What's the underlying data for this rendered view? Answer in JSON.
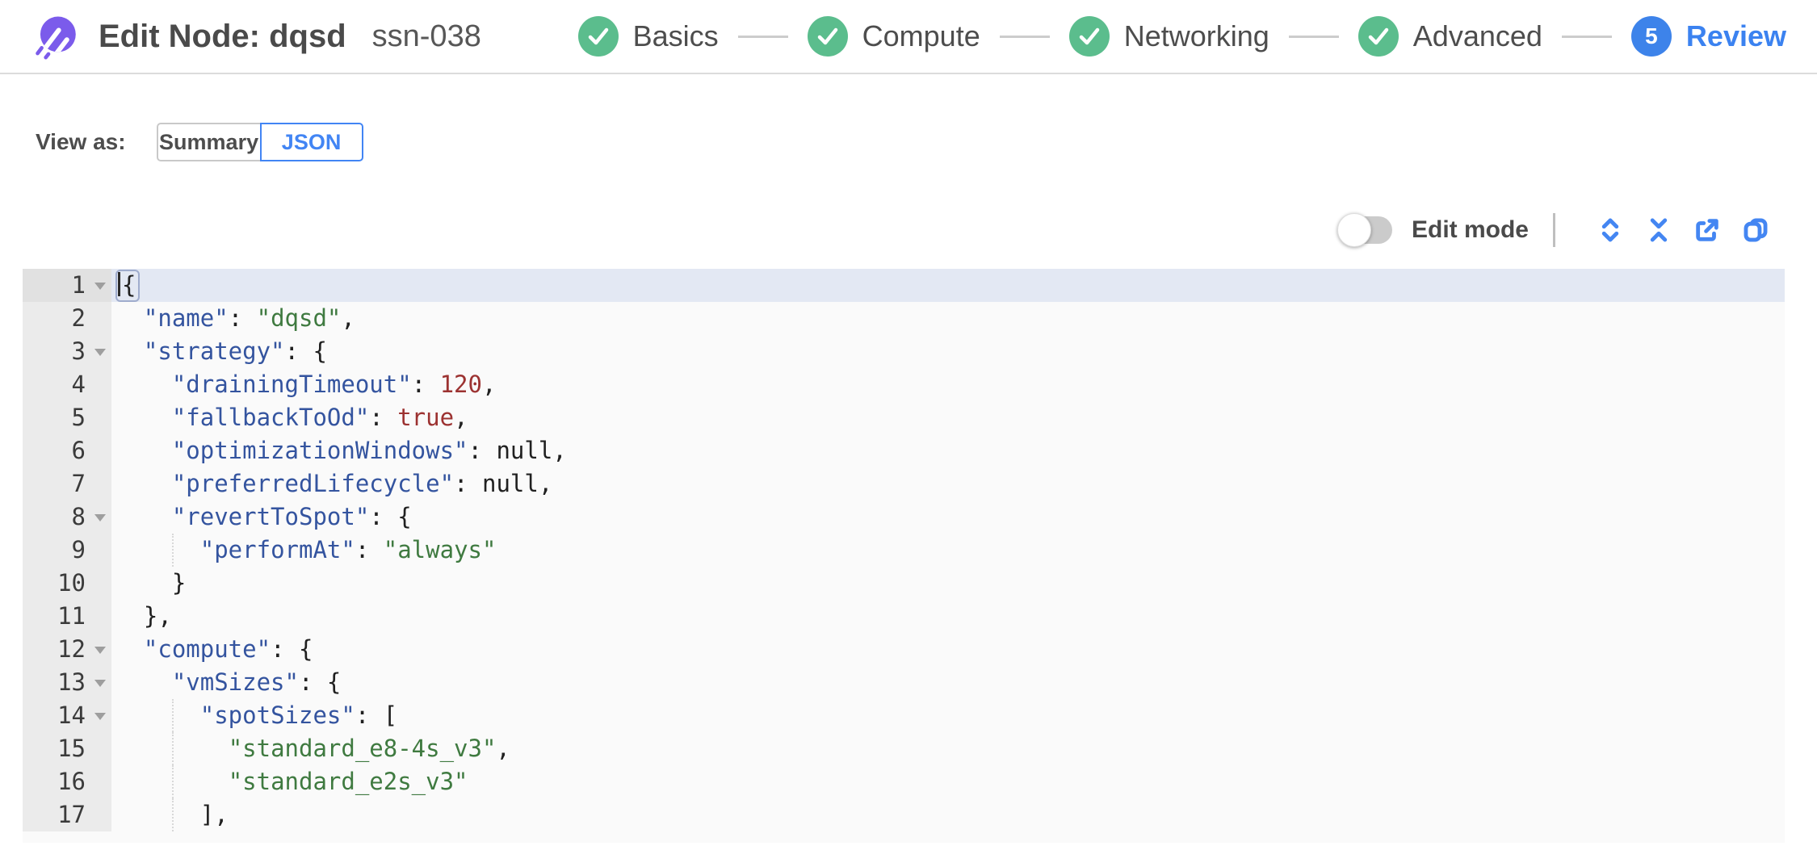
{
  "header": {
    "title": "Edit Node: dqsd",
    "subtitle": "ssn-038",
    "steps": [
      {
        "label": "Basics",
        "state": "done"
      },
      {
        "label": "Compute",
        "state": "done"
      },
      {
        "label": "Networking",
        "state": "done"
      },
      {
        "label": "Advanced",
        "state": "done"
      },
      {
        "label": "Review",
        "state": "current",
        "number": "5"
      }
    ]
  },
  "view_as": {
    "label": "View as:",
    "options": [
      {
        "label": "Summary",
        "selected": false
      },
      {
        "label": "JSON",
        "selected": true
      }
    ]
  },
  "toolbar": {
    "edit_mode_label": "Edit mode",
    "edit_mode_on": false,
    "icons": [
      "expand-all-icon",
      "collapse-all-icon",
      "export-icon",
      "copy-icon"
    ]
  },
  "colors": {
    "step_done_green": "#5bbd8d",
    "step_current_blue": "#3d83ea",
    "accent_blue": "#4285f4",
    "logo_purple": "#7b5beb",
    "editor_active_line": "#e3e8f3",
    "syntax_key": "#34549f",
    "syntax_string": "#3f7a40",
    "syntax_number": "#9c3231"
  },
  "editor": {
    "lines": [
      {
        "num": 1,
        "fold": true,
        "active": true,
        "bracket": true,
        "tokens": [
          [
            "punc",
            "{"
          ]
        ]
      },
      {
        "num": 2,
        "tokens": [
          [
            "ws",
            "  "
          ],
          [
            "key",
            "\"name\""
          ],
          [
            "punc",
            ":"
          ],
          [
            "ws",
            " "
          ],
          [
            "str",
            "\"dqsd\""
          ],
          [
            "punc",
            ","
          ]
        ]
      },
      {
        "num": 3,
        "fold": true,
        "tokens": [
          [
            "ws",
            "  "
          ],
          [
            "key",
            "\"strategy\""
          ],
          [
            "punc",
            ":"
          ],
          [
            "ws",
            " "
          ],
          [
            "punc",
            "{"
          ]
        ]
      },
      {
        "num": 4,
        "tokens": [
          [
            "ws",
            "    "
          ],
          [
            "key",
            "\"drainingTimeout\""
          ],
          [
            "punc",
            ":"
          ],
          [
            "ws",
            " "
          ],
          [
            "num",
            "120"
          ],
          [
            "punc",
            ","
          ]
        ]
      },
      {
        "num": 5,
        "tokens": [
          [
            "ws",
            "    "
          ],
          [
            "key",
            "\"fallbackToOd\""
          ],
          [
            "punc",
            ":"
          ],
          [
            "ws",
            " "
          ],
          [
            "bool",
            "true"
          ],
          [
            "punc",
            ","
          ]
        ]
      },
      {
        "num": 6,
        "tokens": [
          [
            "ws",
            "    "
          ],
          [
            "key",
            "\"optimizationWindows\""
          ],
          [
            "punc",
            ":"
          ],
          [
            "ws",
            " "
          ],
          [
            "null",
            "null"
          ],
          [
            "punc",
            ","
          ]
        ]
      },
      {
        "num": 7,
        "tokens": [
          [
            "ws",
            "    "
          ],
          [
            "key",
            "\"preferredLifecycle\""
          ],
          [
            "punc",
            ":"
          ],
          [
            "ws",
            " "
          ],
          [
            "null",
            "null"
          ],
          [
            "punc",
            ","
          ]
        ]
      },
      {
        "num": 8,
        "fold": true,
        "tokens": [
          [
            "ws",
            "    "
          ],
          [
            "key",
            "\"revertToSpot\""
          ],
          [
            "punc",
            ":"
          ],
          [
            "ws",
            " "
          ],
          [
            "punc",
            "{"
          ]
        ]
      },
      {
        "num": 9,
        "guides": [
          4
        ],
        "tokens": [
          [
            "ws",
            "      "
          ],
          [
            "key",
            "\"performAt\""
          ],
          [
            "punc",
            ":"
          ],
          [
            "ws",
            " "
          ],
          [
            "str",
            "\"always\""
          ]
        ]
      },
      {
        "num": 10,
        "tokens": [
          [
            "ws",
            "    "
          ],
          [
            "punc",
            "}"
          ]
        ]
      },
      {
        "num": 11,
        "tokens": [
          [
            "ws",
            "  "
          ],
          [
            "punc",
            "},"
          ]
        ]
      },
      {
        "num": 12,
        "fold": true,
        "tokens": [
          [
            "ws",
            "  "
          ],
          [
            "key",
            "\"compute\""
          ],
          [
            "punc",
            ":"
          ],
          [
            "ws",
            " "
          ],
          [
            "punc",
            "{"
          ]
        ]
      },
      {
        "num": 13,
        "fold": true,
        "tokens": [
          [
            "ws",
            "    "
          ],
          [
            "key",
            "\"vmSizes\""
          ],
          [
            "punc",
            ":"
          ],
          [
            "ws",
            " "
          ],
          [
            "punc",
            "{"
          ]
        ]
      },
      {
        "num": 14,
        "fold": true,
        "guides": [
          4
        ],
        "tokens": [
          [
            "ws",
            "      "
          ],
          [
            "key",
            "\"spotSizes\""
          ],
          [
            "punc",
            ":"
          ],
          [
            "ws",
            " "
          ],
          [
            "punc",
            "["
          ]
        ]
      },
      {
        "num": 15,
        "guides": [
          4
        ],
        "tokens": [
          [
            "ws",
            "        "
          ],
          [
            "str",
            "\"standard_e8-4s_v3\""
          ],
          [
            "punc",
            ","
          ]
        ]
      },
      {
        "num": 16,
        "guides": [
          4
        ],
        "tokens": [
          [
            "ws",
            "        "
          ],
          [
            "str",
            "\"standard_e2s_v3\""
          ]
        ]
      },
      {
        "num": 17,
        "guides": [
          4
        ],
        "tokens": [
          [
            "ws",
            "      "
          ],
          [
            "punc",
            "],"
          ]
        ]
      }
    ]
  }
}
